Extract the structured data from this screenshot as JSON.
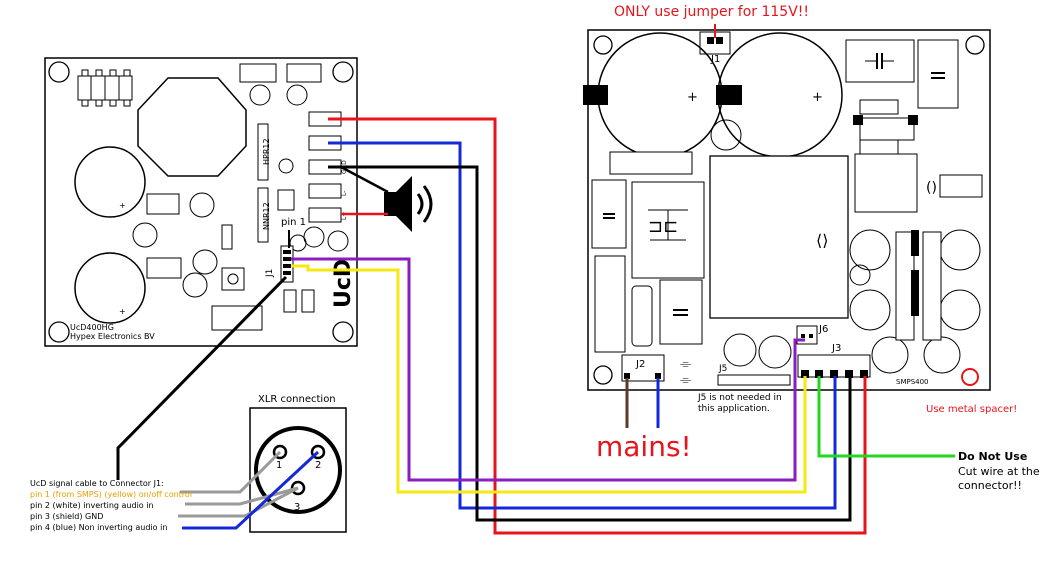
{
  "notes": {
    "jumper": "ONLY use jumper for 115V!!",
    "mains": "mains!",
    "metal_spacer": "Use metal spacer!",
    "j5_line1": "J5 is not needed in",
    "j5_line2": "this application.",
    "do_not_use": "Do Not Use",
    "cut_wire_1": "Cut wire at the",
    "cut_wire_2": "connector!!"
  },
  "ucd": {
    "model": "UcD400HG",
    "maker": "Hypex Electronics BV",
    "logo": "UcD",
    "pin1": "pin 1",
    "j1": "J1",
    "hpr": "HPR12",
    "nnr": "NNR12",
    "gnd": "GND",
    "l_minus": "L-",
    "l_plus": "L+"
  },
  "smps": {
    "model": "SMPS400",
    "j1": "J1",
    "j2": "J2",
    "j3": "J3",
    "j5": "J5",
    "j6": "J6",
    "plus": "+"
  },
  "xlr": {
    "title": "XLR connection",
    "pin1": "1",
    "pin2": "2",
    "pin3": "3"
  },
  "legend": {
    "title": "UcD signal cable to Connector J1:",
    "pin1": "pin 1 (from SMPS) (yellow) on/off control",
    "pin2": "pin 2 (white) inverting audio in",
    "pin3": "pin 3 (shield) GND",
    "pin4": "pin 4 (blue) Non inverting audio in"
  },
  "colors": {
    "red": "#e8141c",
    "blue": "#1428d8",
    "black": "#000000",
    "purple": "#8a1cc0",
    "yellow": "#f5ea10",
    "green": "#22d81c",
    "brown": "#5c3a28",
    "gray": "#9a9a9a",
    "pin1_text": "#e8a000"
  }
}
